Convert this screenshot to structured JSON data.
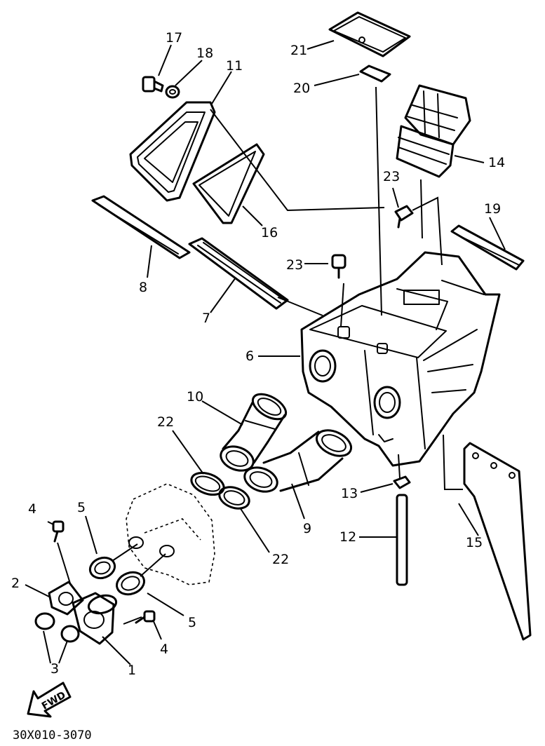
{
  "diagram": {
    "drawing_code": "30X010-3070",
    "direction_label": "FWD",
    "callouts": [
      {
        "key": "c17",
        "label": "17"
      },
      {
        "key": "c18",
        "label": "18"
      },
      {
        "key": "c11",
        "label": "11"
      },
      {
        "key": "c21",
        "label": "21"
      },
      {
        "key": "c20",
        "label": "20"
      },
      {
        "key": "c14",
        "label": "14"
      },
      {
        "key": "c23a",
        "label": "23"
      },
      {
        "key": "c19",
        "label": "19"
      },
      {
        "key": "c16",
        "label": "16"
      },
      {
        "key": "c8",
        "label": "8"
      },
      {
        "key": "c7",
        "label": "7"
      },
      {
        "key": "c23b",
        "label": "23"
      },
      {
        "key": "c6",
        "label": "6"
      },
      {
        "key": "c10",
        "label": "10"
      },
      {
        "key": "c22a",
        "label": "22"
      },
      {
        "key": "c22b",
        "label": "22"
      },
      {
        "key": "c9",
        "label": "9"
      },
      {
        "key": "c13",
        "label": "13"
      },
      {
        "key": "c12",
        "label": "12"
      },
      {
        "key": "c15",
        "label": "15"
      },
      {
        "key": "c4a",
        "label": "4"
      },
      {
        "key": "c5a",
        "label": "5"
      },
      {
        "key": "c2",
        "label": "2"
      },
      {
        "key": "c3",
        "label": "3"
      },
      {
        "key": "c5b",
        "label": "5"
      },
      {
        "key": "c4b",
        "label": "4"
      },
      {
        "key": "c1",
        "label": "1"
      }
    ]
  }
}
